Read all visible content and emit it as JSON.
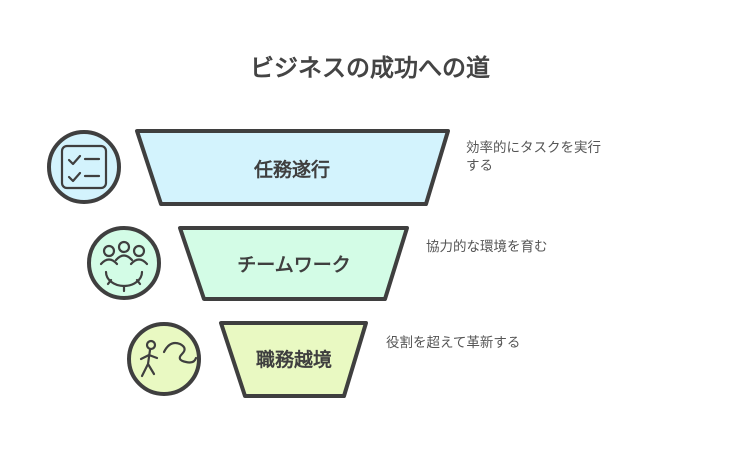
{
  "title": "ビジネスの成功への道",
  "stages": [
    {
      "label": "任務遂行",
      "description_lines": [
        "効率的にタスクを実行",
        "する"
      ],
      "icon": "checklist-icon",
      "color": "#d3f3fd"
    },
    {
      "label": "チームワーク",
      "description_lines": [
        "協力的な環境を育む"
      ],
      "icon": "team-gear-icon",
      "color": "#d3fce6"
    },
    {
      "label": "職務越境",
      "description_lines": [
        "役割を超えて革新する"
      ],
      "icon": "person-path-icon",
      "color": "#e9f9c2"
    }
  ]
}
